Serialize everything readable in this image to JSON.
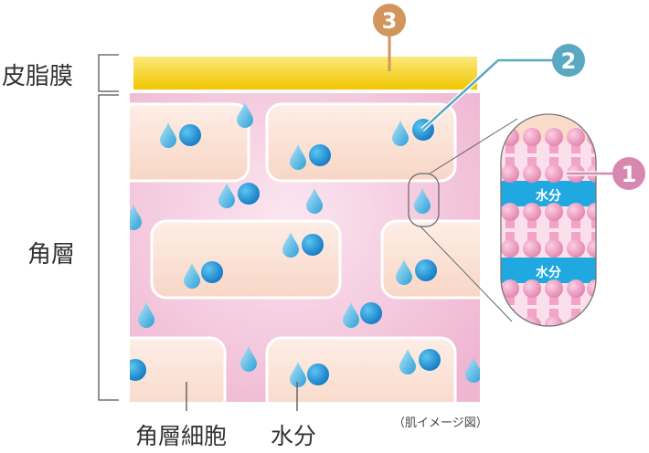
{
  "labels": {
    "sebum": "皮脂膜",
    "stratum": "角層",
    "cell": "角層細胞",
    "water": "水分",
    "note": "（肌イメージ図）"
  },
  "badges": {
    "one": "1",
    "two": "2",
    "three": "3"
  },
  "zoom_panel": {
    "water1": "水分",
    "water2": "水分"
  },
  "colors": {
    "sebum": "#f7d21c",
    "skin": "#f2bcd6",
    "cell": "#fbe3d8",
    "water_layer": "#1fa9e0",
    "badge1": "#d888b0",
    "badge2": "#5aa8c2",
    "badge3": "#d2955c"
  }
}
